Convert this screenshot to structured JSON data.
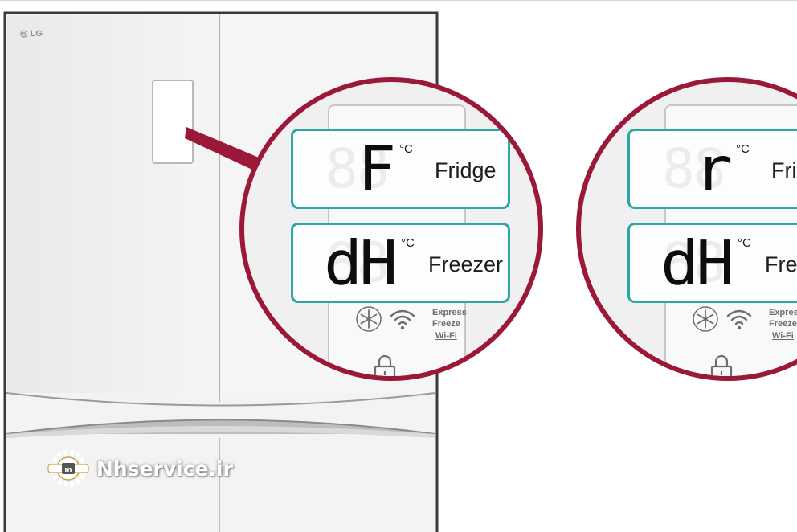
{
  "brand": {
    "logo_text": "LG"
  },
  "zoom_left": {
    "fridge": {
      "code": "F",
      "ghost": "88",
      "unit": "°C",
      "label": "Fridge"
    },
    "freezer": {
      "code": "dH",
      "ghost": "88",
      "unit": "°C",
      "label": "Freezer"
    },
    "controls": {
      "express": "Express",
      "freeze": "Freeze",
      "wifi": "Wi-Fi",
      "lock": "Lock"
    }
  },
  "zoom_right": {
    "fridge": {
      "code": "r",
      "ghost": "88",
      "unit": "°C",
      "label": "Fridge"
    },
    "freezer": {
      "code": "dH",
      "ghost": "88",
      "unit": "°C",
      "label": "Freezer"
    },
    "controls": {
      "express": "Express",
      "freeze": "Freeze",
      "wifi": "Wi-Fi",
      "lock": "Lock"
    }
  },
  "watermark": {
    "text": "Nhservice.ir"
  },
  "colors": {
    "ring": "#9c1838",
    "display_border": "#2ba7a4",
    "body": "#f2f2f2"
  },
  "icons": [
    "lg-logo-icon",
    "snowflake-icon",
    "wifi-icon",
    "lock-icon",
    "gear-logo-icon"
  ]
}
